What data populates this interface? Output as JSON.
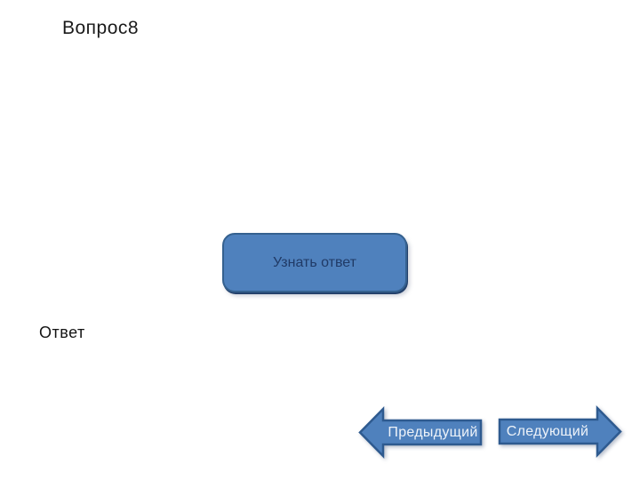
{
  "slide": {
    "title": "Вопрос8",
    "reveal_button": {
      "label": "Узнать ответ"
    },
    "answer_label": "Ответ",
    "nav": {
      "previous_label": "Предыдущий",
      "next_label": "Следующий"
    },
    "colors": {
      "background": "#ffffff",
      "shape_fill": "#4f81bd",
      "shape_border": "#2e5a8f",
      "button_text": "#203a66",
      "arrow_text": "#eef3f9",
      "heading_text": "#1a1a1a"
    }
  }
}
